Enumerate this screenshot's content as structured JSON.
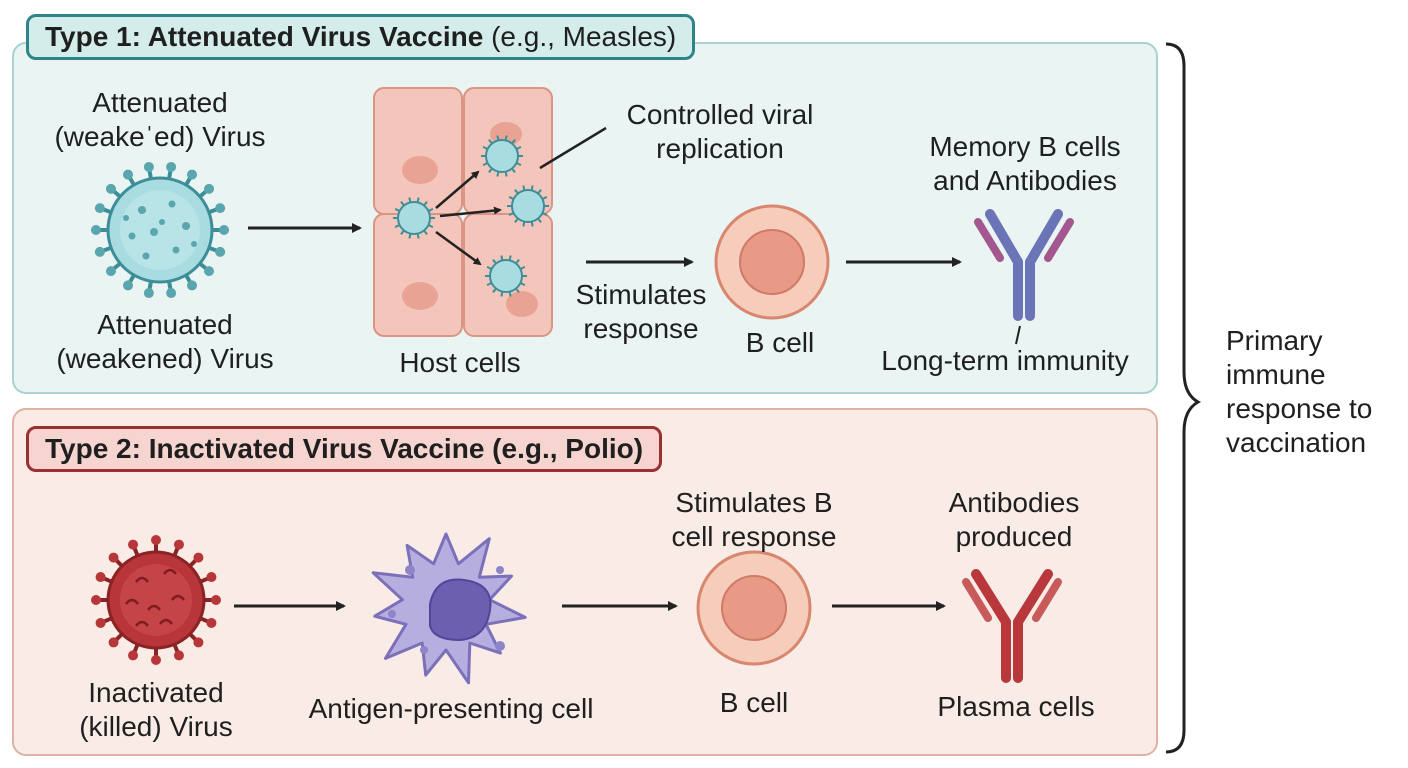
{
  "type1": {
    "title_bold": "Type 1: Attenuated Virus Vaccine",
    "title_rest": " (e.g., Measles)",
    "virus_top_line1": "Attenuated",
    "virus_top_line2": "(weakeˈed) Virus",
    "virus_bottom_line1": "Attenuated",
    "virus_bottom_line2": "(weakened) Virus",
    "host_cells": "Host cells",
    "replication_line1": "Controlled viral",
    "replication_line2": "replication",
    "stimulates_line1": "Stimulates",
    "stimulates_line2": "response",
    "b_cell": "B cell",
    "memory_line1": "Memory B cells",
    "memory_line2": "and Antibodies",
    "long_term": "Long-term immunity"
  },
  "type2": {
    "title_bold": "Type 2: Inactivated Virus Vaccine (e.g., Polio)",
    "virus_line1": "Inactivated",
    "virus_line2": "(killed) Virus",
    "apc": "Antigen-presenting cell",
    "stimulates_line1": "Stimulates B",
    "stimulates_line2": "cell response",
    "b_cell": "B cell",
    "antibodies_line1": "Antibodies",
    "antibodies_line2": "produced",
    "plasma": "Plasma cells"
  },
  "summary": {
    "line1": "Primary",
    "line2": "immune",
    "line3": "response to",
    "line4": "vaccination"
  },
  "colors": {
    "teal": "#2e8589",
    "maroon": "#9b2f31",
    "virus_blue": "#8fcfd6",
    "virus_red": "#b8363a",
    "host_cell": "#f4c5ba",
    "b_cell": "#f4c0ac",
    "antibody_blue": "#6c74b8",
    "antibody_red": "#b8383c",
    "apc_purple": "#b7aee0"
  }
}
